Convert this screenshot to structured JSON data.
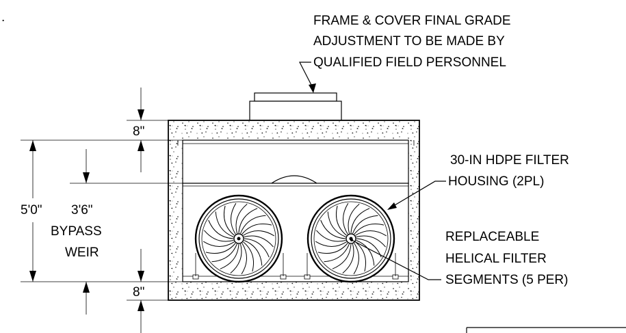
{
  "stray_char": ".",
  "notes": {
    "frame_cover_line1": "FRAME & COVER FINAL GRADE",
    "frame_cover_line2": "ADJUSTMENT TO BE MADE BY",
    "frame_cover_line3": "QUALIFIED FIELD PERSONNEL",
    "housing_line1": "30-IN HDPE FILTER",
    "housing_line2": "HOUSING (2PL)",
    "segments_line1": "REPLACEABLE",
    "segments_line2": "HELICAL FILTER",
    "segments_line3": "SEGMENTS (5 PER)"
  },
  "dimensions": {
    "top_slab": "8\"",
    "bottom_slab": "8\"",
    "overall_height": "5'0\"",
    "weir_height": "3'6\"",
    "weir_label_line1": "BYPASS",
    "weir_label_line2": "WEIR"
  }
}
